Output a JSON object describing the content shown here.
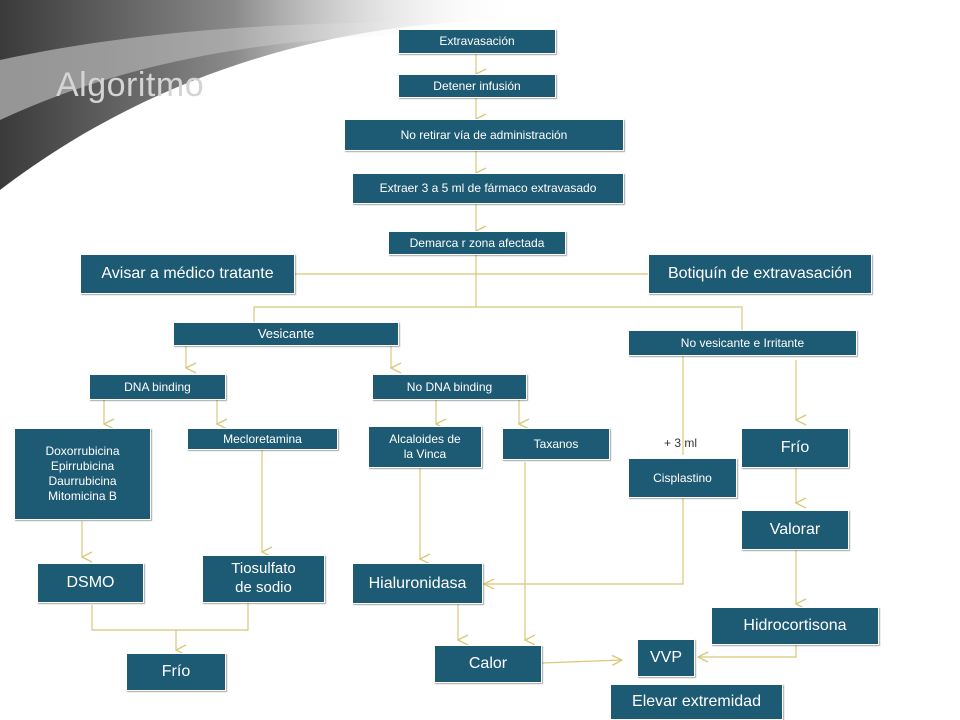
{
  "title": "Algoritmo",
  "colors": {
    "box_fill": "#1d5a74",
    "connector": "#d8c878",
    "title_text": "#d4d4d4"
  },
  "steps": {
    "extravasacion": "Extravasación",
    "detener": "Detener infusión",
    "no_retirar": "No retirar vía de administración",
    "extraer": "Extraer 3 a 5 ml de fármaco extravasado",
    "demarcar": "Demarca r zona afectada",
    "avisar": "Avisar a médico tratante",
    "botiquin": "Botiquín de extravasación",
    "vesicante": "Vesicante",
    "no_vesicante": "No vesicante e Irritante",
    "dna_binding": "DNA binding",
    "no_dna_binding": "No DNA binding",
    "antraciclinas": [
      "Doxorrubicina",
      "Epirrubicina",
      "Daurrubicina",
      "Mitomicina B"
    ],
    "mecloretamina": "Mecloretamina",
    "alcaloides": [
      "Alcaloides de",
      "la Vinca"
    ],
    "taxanos": "Taxanos",
    "cisplastino": "Cisplastino",
    "cisplastino_note": "+ 3 ml",
    "frio_right": "Frío",
    "valorar": "Valorar",
    "hidrocortisona": "Hidrocortisona",
    "dsmo": "DSMO",
    "tiosulfato": [
      "Tiosulfato",
      "de sodio"
    ],
    "hialuronidasa": "Hialuronidasa",
    "frio_left": "Frío",
    "calor": "Calor",
    "vvp": "VVP",
    "elevar": "Elevar extremidad"
  }
}
